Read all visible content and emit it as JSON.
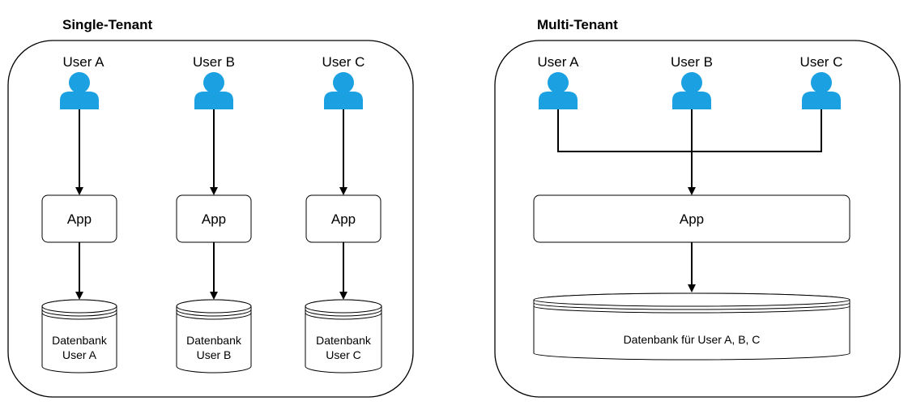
{
  "single_tenant": {
    "title": "Single-Tenant",
    "users": [
      {
        "label": "User A",
        "app_label": "App",
        "db_line1": "Datenbank",
        "db_line2": "User A"
      },
      {
        "label": "User B",
        "app_label": "App",
        "db_line1": "Datenbank",
        "db_line2": "User B"
      },
      {
        "label": "User C",
        "app_label": "App",
        "db_line1": "Datenbank",
        "db_line2": "User C"
      }
    ]
  },
  "multi_tenant": {
    "title": "Multi-Tenant",
    "users": [
      {
        "label": "User A"
      },
      {
        "label": "User B"
      },
      {
        "label": "User C"
      }
    ],
    "app_label": "App",
    "db_label": "Datenbank für User A, B, C"
  },
  "colors": {
    "person_icon": "#1ba1e2",
    "line": "#000000",
    "background": "#ffffff"
  },
  "icons": {
    "user": "user-icon"
  }
}
